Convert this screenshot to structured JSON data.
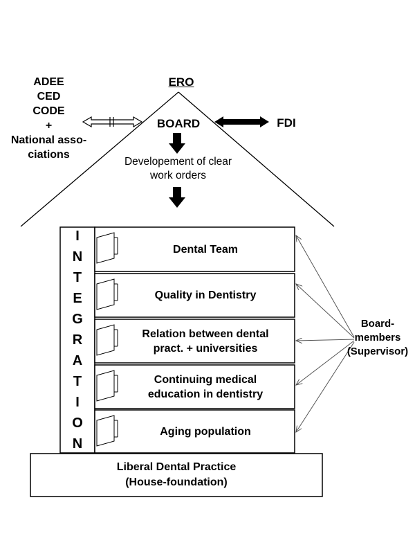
{
  "left_orgs": [
    "ADEE",
    "CED",
    "CODE",
    "+",
    "National asso-",
    "ciations"
  ],
  "top_label": "ERO",
  "board": "BOARD",
  "right_org": "FDI",
  "work_orders": [
    "Developement of clear",
    "work orders"
  ],
  "integration_letters": [
    "I",
    "N",
    "T",
    "E",
    "G",
    "R",
    "A",
    "T",
    "I",
    "O",
    "N"
  ],
  "floors": [
    {
      "lines": [
        "Dental Team"
      ]
    },
    {
      "lines": [
        "Quality in Dentistry"
      ]
    },
    {
      "lines": [
        "Relation between dental",
        "pract. + universities"
      ]
    },
    {
      "lines": [
        "Continuing medical",
        "education in dentistry"
      ]
    },
    {
      "lines": [
        "Aging population"
      ]
    }
  ],
  "supervisors": [
    "Board-",
    "members",
    "(Supervisor)"
  ],
  "foundation": [
    "Liberal Dental Practice",
    "(House-foundation)"
  ]
}
